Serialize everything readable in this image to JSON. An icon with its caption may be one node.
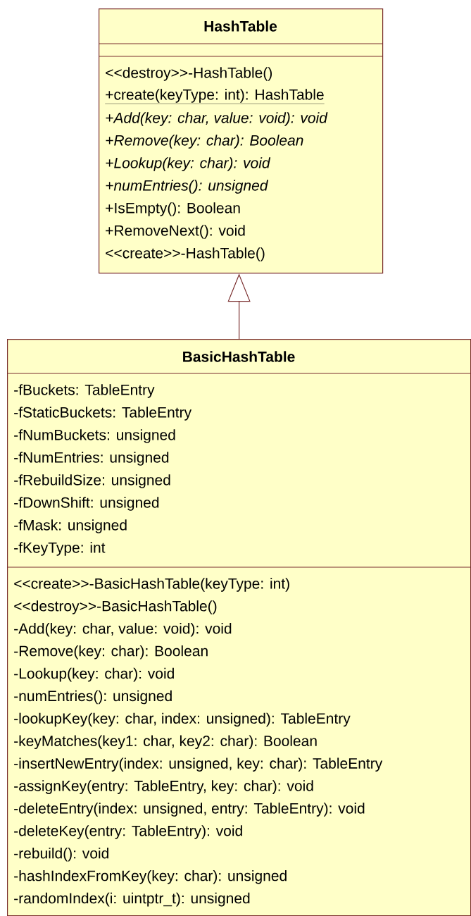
{
  "diagram": {
    "nodes": [
      {
        "text": [
          "HashTable",
          "<<destroy>>-HashTable()",
          "+create(keyType: int): HashTable",
          "+Add(key: char, value: void): void",
          "+Remove(key: char): Boolean",
          "+Lookup(key: char): void",
          "+numEntries(): unsigned",
          "+IsEmpty(): Boolean",
          "+RemoveNext(): void",
          "<<create>>-HashTable()"
        ]
      },
      {
        "text": [
          "BasicHashTable",
          "-fBuckets: TableEntry",
          "-fStaticBuckets: TableEntry",
          "-fNumBuckets: unsigned",
          "-fNumEntries: unsigned",
          "-fRebuildSize: unsigned",
          "-fDownShift: unsigned",
          "-fMask: unsigned",
          "-fKeyType: int",
          "<<create>>-BasicHashTable(keyType: int)",
          "<<destroy>>-BasicHashTable()",
          "-Add(key: char, value: void): void",
          "-Remove(key: char): Boolean",
          "-Lookup(key: char): void",
          "-numEntries(): unsigned",
          "-lookupKey(key: char, index: unsigned): TableEntry",
          "-keyMatches(key1: char, key2: char): Boolean",
          "-insertNewEntry(index: unsigned, key: char): TableEntry",
          "-assignKey(entry: TableEntry, key: char): void",
          "-deleteEntry(index: unsigned, entry: TableEntry): void",
          "-deleteKey(entry: TableEntry): void",
          "-rebuild(): void",
          "-hashIndexFromKey(key: char): unsigned",
          "-randomIndex(i: uintptr_t): unsigned"
        ]
      }
    ],
    "edges": [
      {
        "from": 1,
        "to": 0,
        "arrow": "to"
      }
    ]
  }
}
